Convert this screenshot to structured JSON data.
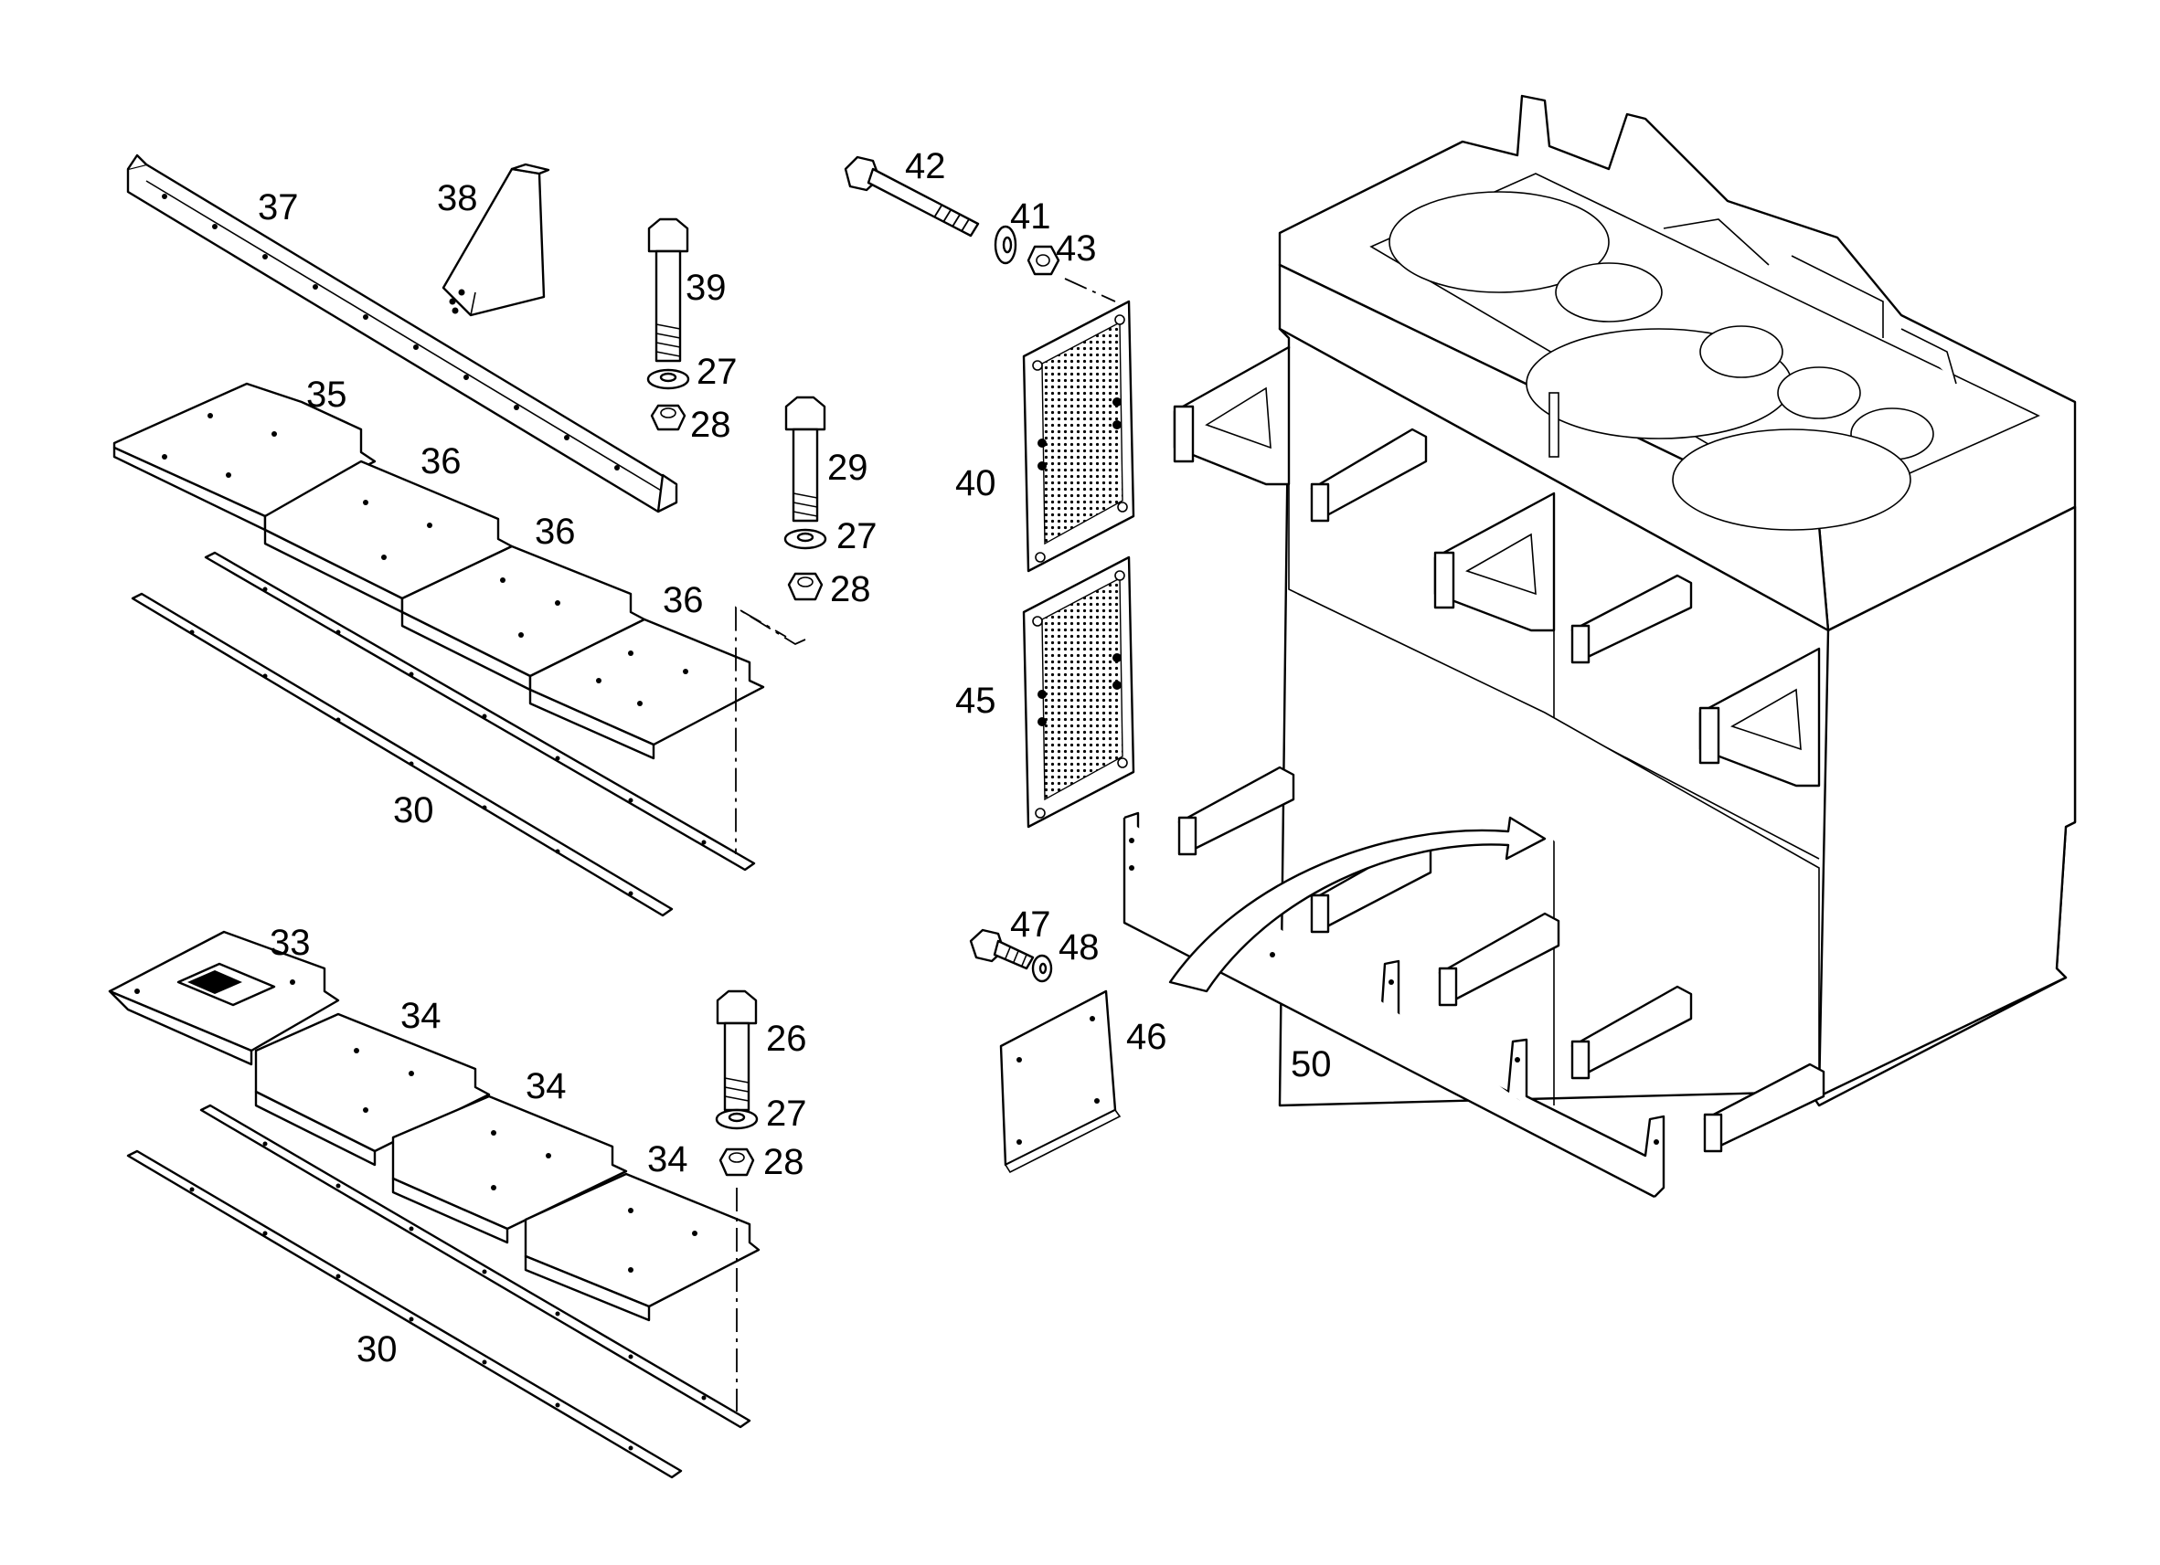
{
  "callouts": {
    "c37": "37",
    "c38": "38",
    "c39": "39",
    "c27a": "27",
    "c28a": "28",
    "c35": "35",
    "c36a": "36",
    "c29": "29",
    "c27b": "27",
    "c36b": "36",
    "c28b": "28",
    "c36c": "36",
    "c30a": "30",
    "c33": "33",
    "c34a": "34",
    "c26": "26",
    "c27c": "27",
    "c34b": "34",
    "c28c": "28",
    "c34c": "34",
    "c30b": "30",
    "c42": "42",
    "c41": "41",
    "c43": "43",
    "c40": "40",
    "c45": "45",
    "c47": "47",
    "c48": "48",
    "c46": "46",
    "c50": "50"
  }
}
